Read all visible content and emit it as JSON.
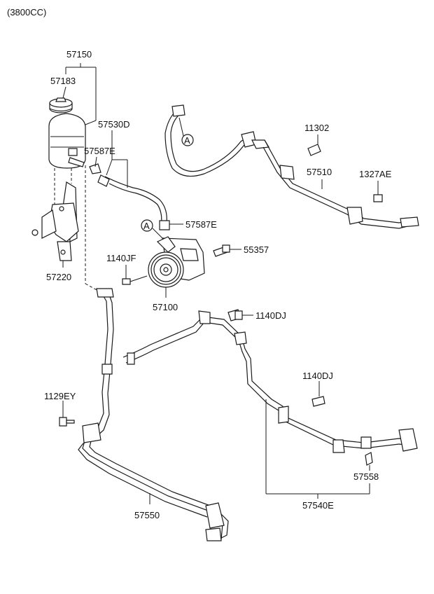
{
  "engine_label": "(3800CC)",
  "ref_marker": "A",
  "parts": {
    "reservoir_assembly": "57150",
    "reservoir_cap": "57183",
    "reservoir_bracket": "57220",
    "suction_hose": "57530D",
    "hose_clip_upper": "57587E",
    "hose_clip_lower": "57587E",
    "pump_bolt_left": "1140JF",
    "pump_bolt_right": "55357",
    "power_steering_pump": "57100",
    "pressure_hose_bolt": "11302",
    "pressure_hose": "57510",
    "pressure_hose_clip_bolt": "1327AE",
    "return_tube_bolt_upper": "1140DJ",
    "return_tube_bolt_lower": "1140DJ",
    "cooler_bolt": "1129EY",
    "return_tube_assy": "57540E",
    "return_clip": "57558",
    "oil_cooler_tube": "57550"
  }
}
